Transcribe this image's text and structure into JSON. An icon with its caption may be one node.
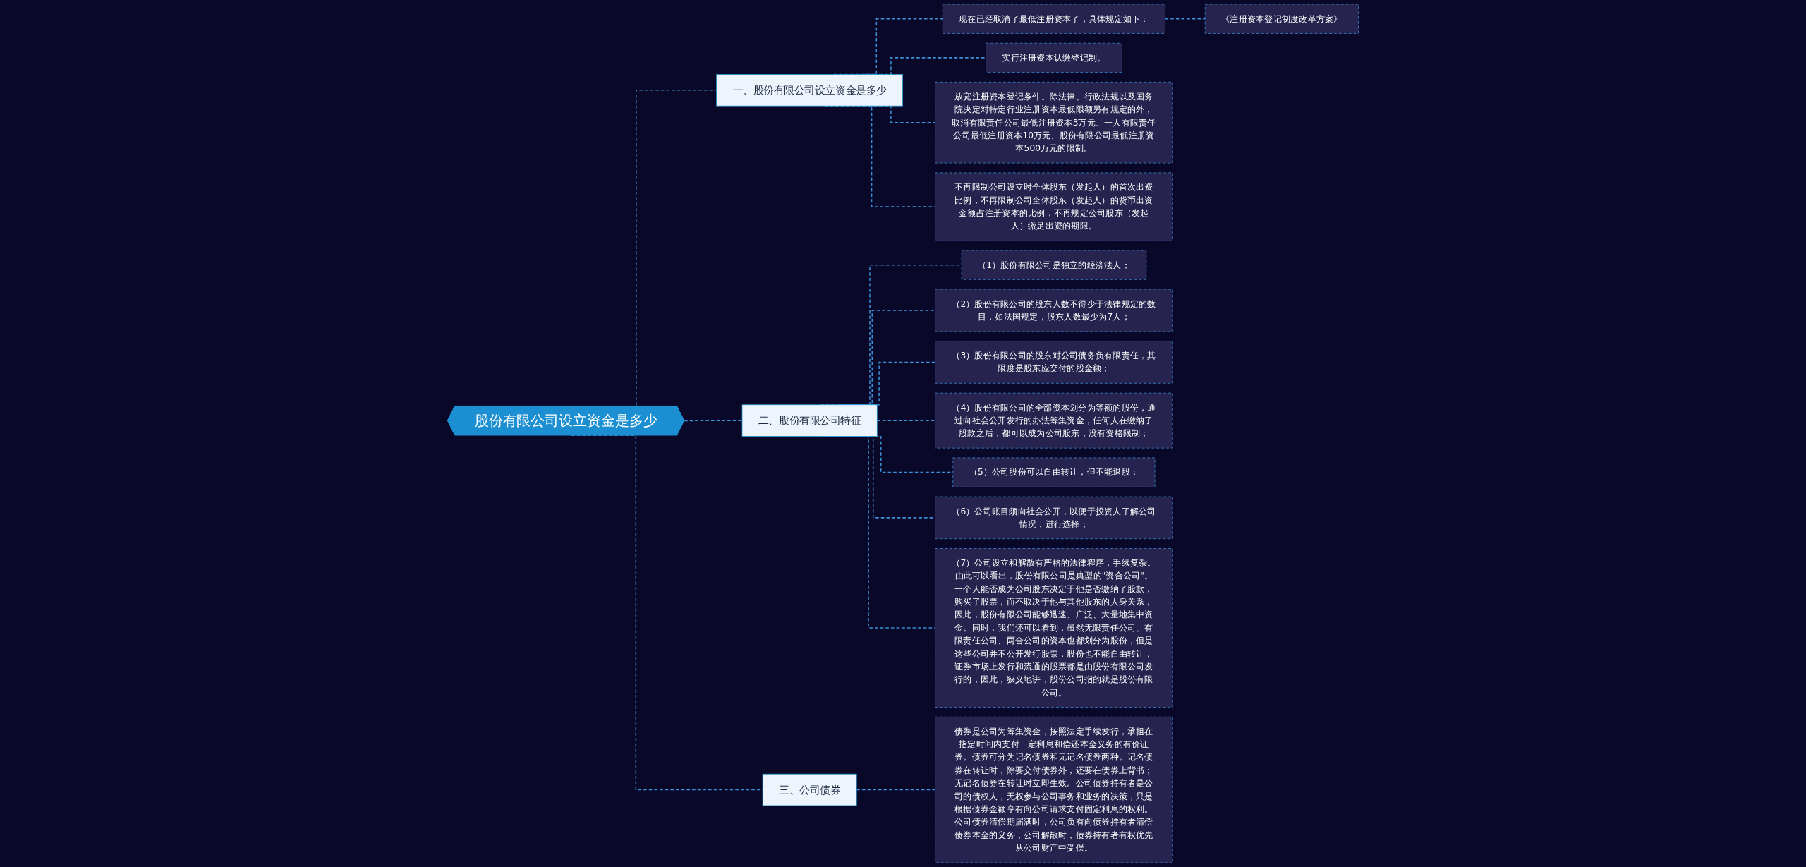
{
  "diagram": {
    "nodes": [
      {
        "text": [
          "股份有限公司设立资金是多少"
        ]
      },
      {
        "text": [
          "一、股份有限公司设立资金是多少"
        ]
      },
      {
        "text": [
          "现在已经取消了最低注册资本了，具体规定如下："
        ]
      },
      {
        "text": [
          "《注册资本登记制度改革方案》"
        ]
      },
      {
        "text": [
          "实行注册资本认缴登记制。"
        ]
      },
      {
        "text": [
          "放宽注册资本登记条件。除法律、行政法规以及国务院决定对特定行业注册资本最低限额另有规定的外，取消有限责任公司最低注册资本3万元、一人有限责任公司最低注册资本10万元、股份有限公司最低注册资本500万元的限制。"
        ]
      },
      {
        "text": [
          "不再限制公司设立时全体股东（发起人）的首次出资比例，不再限制公司全体股东（发起人）的货币出资金额占注册资本的比例，不再规定公司股东（发起人）缴足出资的期限。"
        ]
      },
      {
        "text": [
          "二、股份有限公司特征"
        ]
      },
      {
        "text": [
          "（1）股份有限公司是独立的经济法人；"
        ]
      },
      {
        "text": [
          "（2）股份有限公司的股东人数不得少于法律规定的数目，如法国规定，股东人数最少为7人；"
        ]
      },
      {
        "text": [
          "（3）股份有限公司的股东对公司债务负有限责任，其限度是股东应交付的股金额；"
        ]
      },
      {
        "text": [
          "（4）股份有限公司的全部资本划分为等额的股份，通过向社会公开发行的办法筹集资金，任何人在缴纳了股款之后，都可以成为公司股东，没有资格限制；"
        ]
      },
      {
        "text": [
          "（5）公司股份可以自由转让，但不能退股；"
        ]
      },
      {
        "text": [
          "（6）公司账目须向社会公开，以便于投资人了解公司情况，进行选择；"
        ]
      },
      {
        "text": [
          "（7）公司设立和解散有严格的法律程序，手续复杂。由此可以看出，股份有限公司是典型的\"资合公司\"。一个人能否成为公司股东决定于他是否缴纳了股款，购买了股票，而不取决于他与其他股东的人身关系，因此，股份有限公司能够迅速、广泛、大量地集中资金。同时，我们还可以看到，虽然无限责任公司、有限责任公司、两合公司的资本也都划分为股份，但是这些公司并不公开发行股票，股份也不能自由转让，证券市场上发行和流通的股票都是由股份有限公司发行的，因此，狭义地讲，股份公司指的就是股份有限公司。"
        ]
      },
      {
        "text": [
          "三、公司债券"
        ]
      },
      {
        "text": [
          "债券是公司为筹集资金，按照法定手续发行，承担在指定时间内支付一定利息和偿还本金义务的有价证券。债券可分为记名债券和无记名债券两种。记名债券在转让时，除要交付债券外，还要在债券上背书；无记名债券在转让时立即生效。公司债券持有者是公司的债权人，无权参与公司事务和业务的决策，只是根据债券金额享有向公司请求支付固定利息的权利。公司债券清偿期届满时，公司负有向债券持有者清偿债券本金的义务，公司解散时，债券持有者有权优先从公司财产中受偿。"
        ]
      }
    ],
    "edges": [
      {
        "from": 0,
        "to": 1,
        "arrow": "none",
        "style": "dashed"
      },
      {
        "from": 1,
        "to": 2,
        "arrow": "none",
        "style": "dashed"
      },
      {
        "from": 2,
        "to": 3,
        "arrow": "none",
        "style": "dashed"
      },
      {
        "from": 1,
        "to": 4,
        "arrow": "none",
        "style": "dashed"
      },
      {
        "from": 1,
        "to": 5,
        "arrow": "none",
        "style": "dashed"
      },
      {
        "from": 1,
        "to": 6,
        "arrow": "none",
        "style": "dashed"
      },
      {
        "from": 0,
        "to": 7,
        "arrow": "none",
        "style": "dashed"
      },
      {
        "from": 7,
        "to": 8,
        "arrow": "none",
        "style": "dashed"
      },
      {
        "from": 7,
        "to": 9,
        "arrow": "none",
        "style": "dashed"
      },
      {
        "from": 7,
        "to": 10,
        "arrow": "none",
        "style": "dashed"
      },
      {
        "from": 7,
        "to": 11,
        "arrow": "none",
        "style": "dashed"
      },
      {
        "from": 7,
        "to": 12,
        "arrow": "none",
        "style": "dashed"
      },
      {
        "from": 7,
        "to": 13,
        "arrow": "none",
        "style": "dashed"
      },
      {
        "from": 7,
        "to": 14,
        "arrow": "none",
        "style": "dashed"
      },
      {
        "from": 0,
        "to": 15,
        "arrow": "none",
        "style": "dashed"
      },
      {
        "from": 15,
        "to": 16,
        "arrow": "none",
        "style": "dashed"
      }
    ]
  }
}
